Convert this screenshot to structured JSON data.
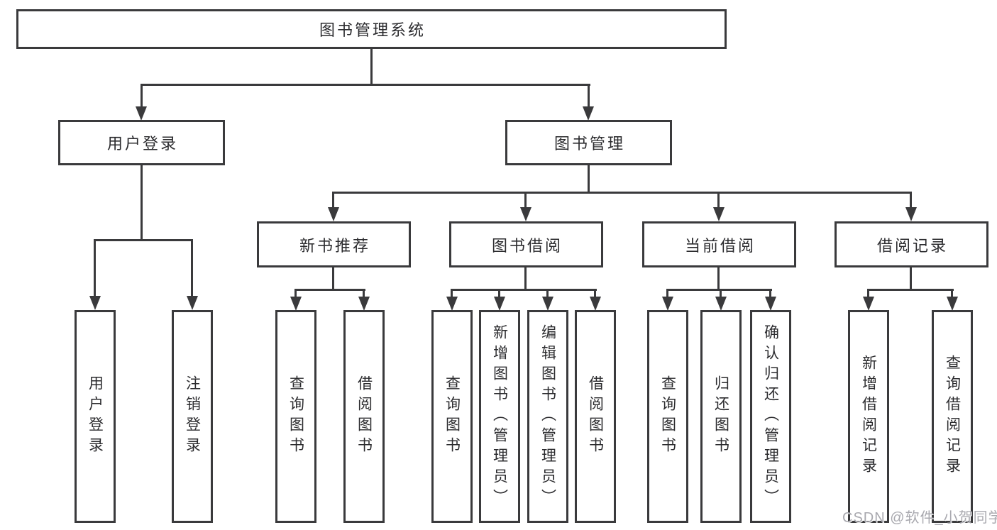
{
  "diagram_title": "图书管理系统",
  "colors": {
    "line": "#3a3a3c",
    "text": "#2b2b2e",
    "background": "#ffffff",
    "watermark_text_color": "#a9a9af"
  },
  "tree": {
    "label": "图书管理系统",
    "children": [
      {
        "label": "用户登录",
        "children": [
          {
            "label": "用户登录"
          },
          {
            "label": "注销登录"
          }
        ]
      },
      {
        "label": "图书管理",
        "children": [
          {
            "label": "新书推荐",
            "children": [
              {
                "label": "查询图书"
              },
              {
                "label": "借阅图书"
              }
            ]
          },
          {
            "label": "图书借阅",
            "children": [
              {
                "label": "查询图书"
              },
              {
                "label": "新增图书（管理员）"
              },
              {
                "label": "编辑图书（管理员）"
              },
              {
                "label": "借阅图书"
              }
            ]
          },
          {
            "label": "当前借阅",
            "children": [
              {
                "label": "查询图书"
              },
              {
                "label": "归还图书"
              },
              {
                "label": "确认归还（管理员）"
              }
            ]
          },
          {
            "label": "借阅记录",
            "children": [
              {
                "label": "新增借阅记录"
              },
              {
                "label": "查询借阅记录"
              }
            ]
          }
        ]
      }
    ]
  },
  "watermark": {
    "text": "CSDN @软件_小贺同学"
  }
}
